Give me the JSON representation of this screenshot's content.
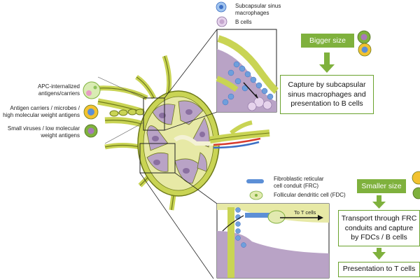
{
  "left_labels": [
    {
      "text": "APC-internalized\nantigens/carriers",
      "icon": "apc-cell-icon"
    },
    {
      "text": "Antigen carriers / microbes /\nhigh molecular weight antigens",
      "icon": "large-particle-icon"
    },
    {
      "text": "Small viruses / low molecular\nweight antigens",
      "icon": "small-virus-icon"
    }
  ],
  "top_legend": {
    "macrophage": "Subcapsular sinus\nmacrophages",
    "bcell": "B cells"
  },
  "mid_legend": {
    "frc": "Fibroblastic reticular\ncell conduit (FRC)",
    "fdc": "Follicular dendritic cell (FDC)"
  },
  "inset_label": "To T cells",
  "bigger": {
    "title": "Bigger size",
    "result": "Capture by subcapsular\nsinus macrophages and\npresentation to B cells"
  },
  "smaller": {
    "title": "Smaller size",
    "result": "Transport through FRC\nconduits and capture\nby FDCs / B cells",
    "final": "Presentation to T cells"
  },
  "colors": {
    "node_fill": "#c9d454",
    "node_stroke": "#6e7a1a",
    "follicle": "#b9a3c6",
    "follicle_dark": "#8a6fa0",
    "accent_green": "#7fb13d",
    "macrophage_blue": "#6f9fdc",
    "frc_blue": "#5c8fd6"
  }
}
